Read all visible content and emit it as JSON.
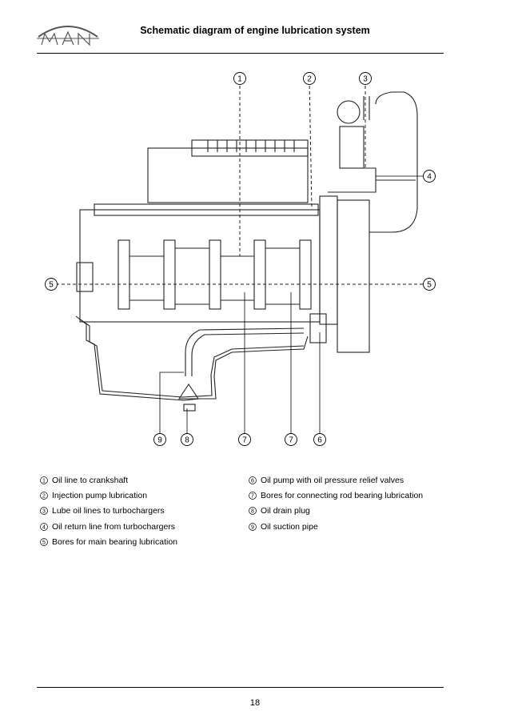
{
  "header": {
    "logo_text": "MAN",
    "title": "Schematic diagram of engine lubrication system"
  },
  "diagram": {
    "callouts": [
      "1",
      "2",
      "3",
      "4",
      "5",
      "5",
      "9",
      "8",
      "7",
      "7",
      "6"
    ]
  },
  "legend": {
    "left": [
      {
        "num": "1",
        "text": "Oil line to crankshaft"
      },
      {
        "num": "2",
        "text": "Injection pump lubrication"
      },
      {
        "num": "3",
        "text": "Lube oil lines to turbochargers"
      },
      {
        "num": "4",
        "text": "Oil return line from turbochargers"
      },
      {
        "num": "5",
        "text": "Bores for main bearing lubrication"
      }
    ],
    "right": [
      {
        "num": "6",
        "text": "Oil pump with oil pressure relief valves"
      },
      {
        "num": "7",
        "text": "Bores for connecting rod bearing lubrication"
      },
      {
        "num": "8",
        "text": "Oil drain plug"
      },
      {
        "num": "9",
        "text": "Oil suction pipe"
      }
    ]
  },
  "footer": {
    "page_number": "18"
  }
}
